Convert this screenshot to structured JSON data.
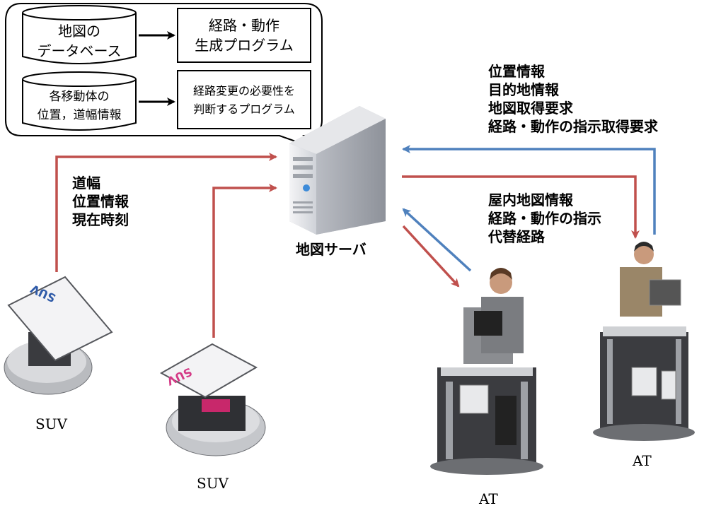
{
  "callout": {
    "db_map_line1": "地図の",
    "db_map_line2": "データベース",
    "db_pos_line1": "各移動体の",
    "db_pos_line2": "位置，道幅情報",
    "prog_route_line1": "経路・動作",
    "prog_route_line2": "生成プログラム",
    "prog_change_line1": "経路変更の必要性を",
    "prog_change_line2": "判断するプログラム"
  },
  "server_label": "地図サーバ",
  "suv_upload": [
    "道幅",
    "位置情報",
    "現在時刻"
  ],
  "at_upload": [
    "位置情報",
    "目的地情報",
    "地図取得要求",
    "経路・動作の指示取得要求"
  ],
  "at_download": [
    "屋内地図情報",
    "経路・動作の指示",
    "代替経路"
  ],
  "devices": {
    "suv_left": "SUV",
    "suv_center": "SUV",
    "at_center": "AT",
    "at_right": "AT",
    "suv_logo": "SUV"
  },
  "colors": {
    "red_arrow": "#c0504d",
    "blue_arrow": "#4f81bd"
  }
}
